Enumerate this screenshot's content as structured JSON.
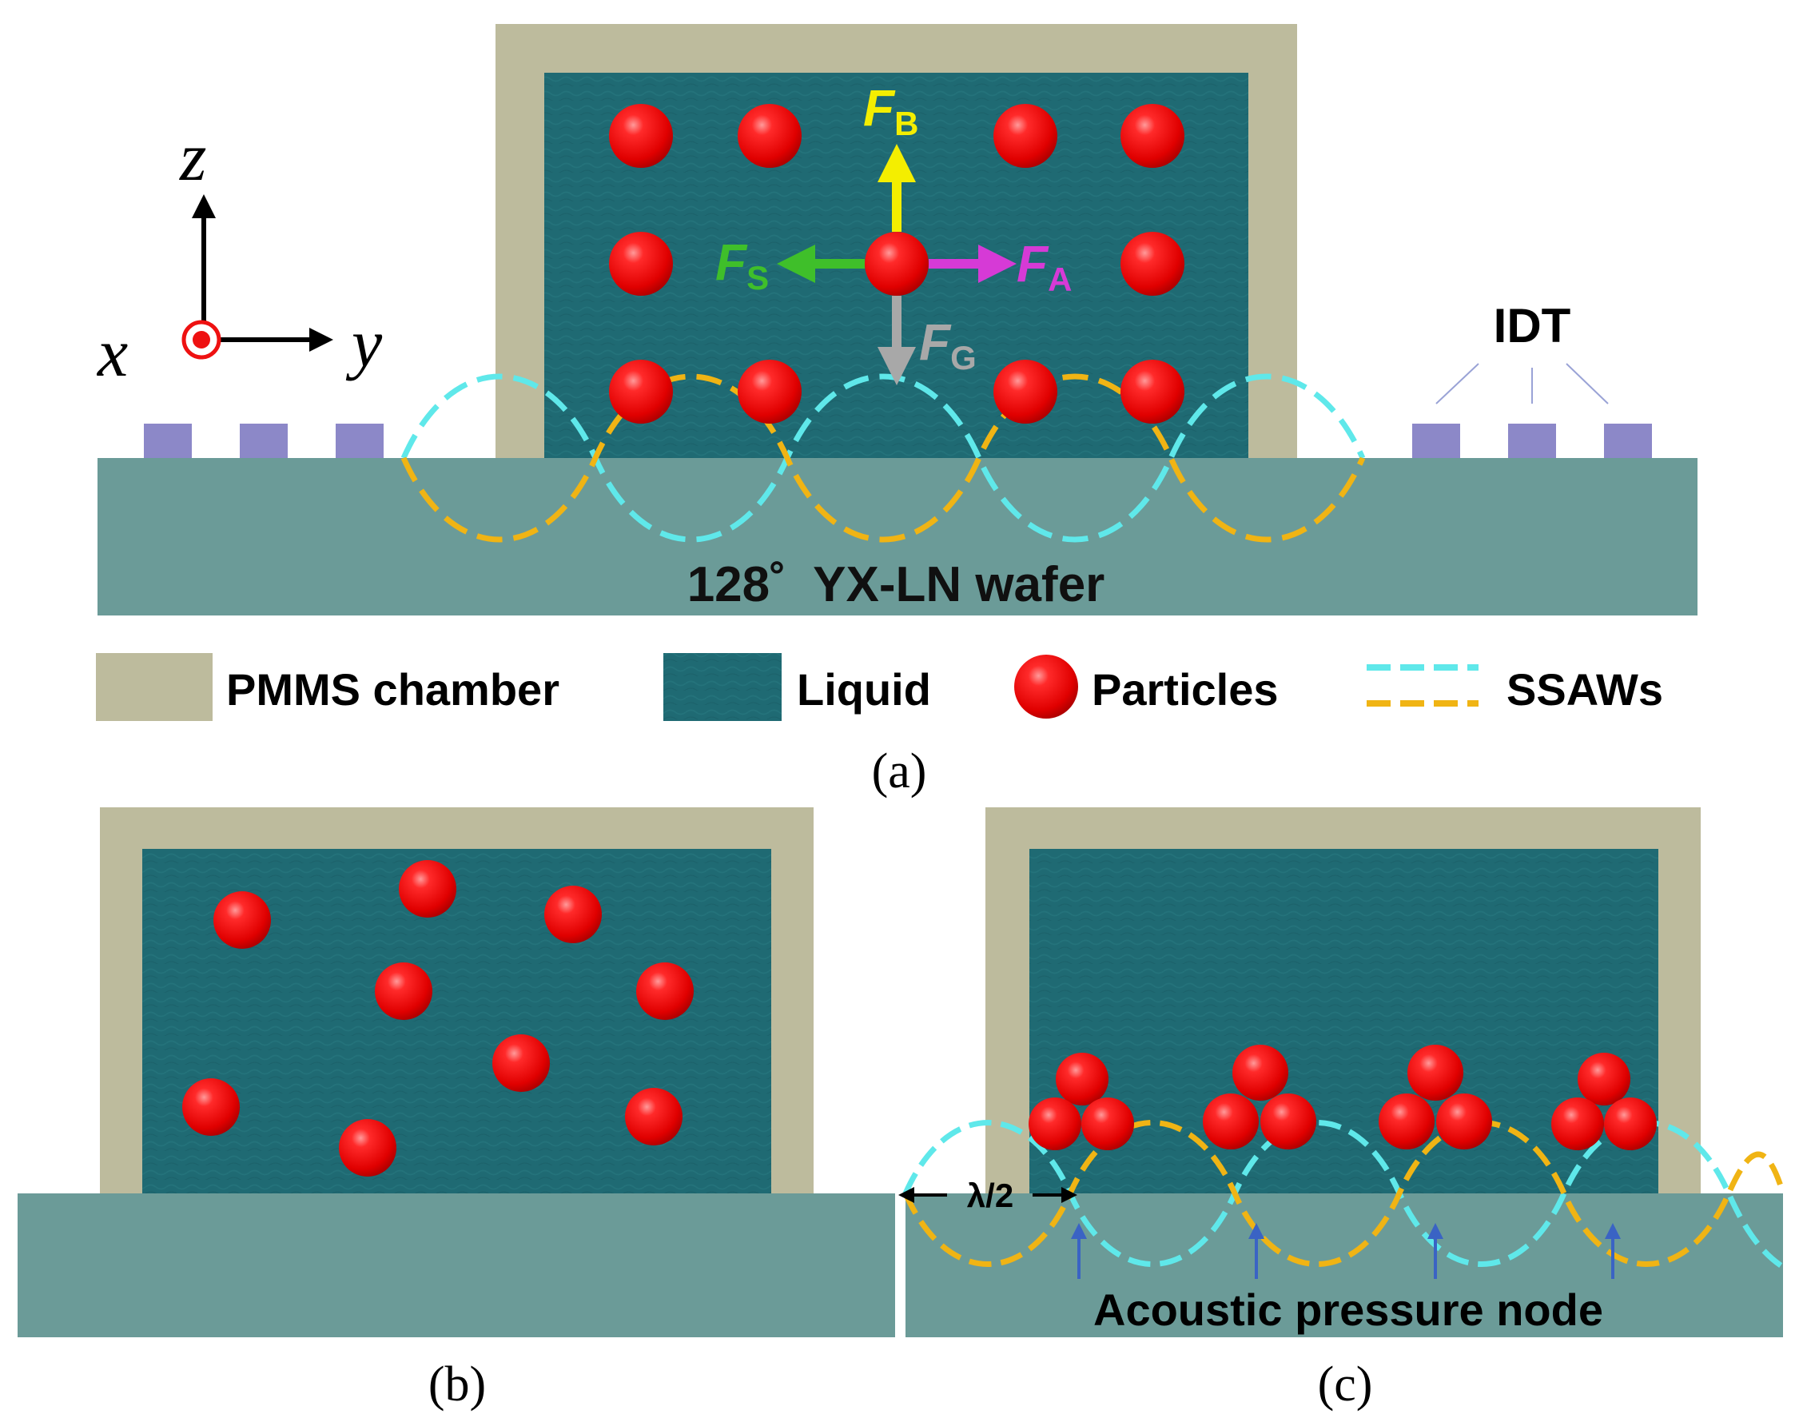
{
  "panel_a": {
    "caption": "(a)",
    "axes": {
      "z": "z",
      "x": "x",
      "y": "y"
    },
    "forces": {
      "buoyancy": {
        "symbol": "F",
        "sub": "B",
        "color": "#f4ee00"
      },
      "acoustic": {
        "symbol": "F",
        "sub": "A",
        "color": "#d63ad6"
      },
      "stokes": {
        "symbol": "F",
        "sub": "S",
        "color": "#3fbf2a"
      },
      "gravity": {
        "symbol": "F",
        "sub": "G",
        "color": "#a8a8a8"
      }
    },
    "idt_label": "IDT",
    "wafer_label": "128˚  YX-LN wafer"
  },
  "legend": [
    {
      "key": "chamber",
      "label": "PMMS chamber"
    },
    {
      "key": "liquid",
      "label": "Liquid"
    },
    {
      "key": "particles",
      "label": "Particles"
    },
    {
      "key": "ssaws",
      "label": "SSAWs"
    }
  ],
  "panel_b": {
    "caption": "(b)"
  },
  "panel_c": {
    "caption": "(c)",
    "wavelength_label": "λ/2",
    "node_label": "Acoustic pressure node"
  },
  "colors": {
    "chamber": "#bdbb9d",
    "liquid": "#1f6a73",
    "wafer": "#6b9b98",
    "idt": "#8c88c8",
    "particle": "#ee1111",
    "ssaw_cyan": "#5fe8ea",
    "ssaw_orange": "#f0b414",
    "node_arrow": "#3a63c4"
  }
}
